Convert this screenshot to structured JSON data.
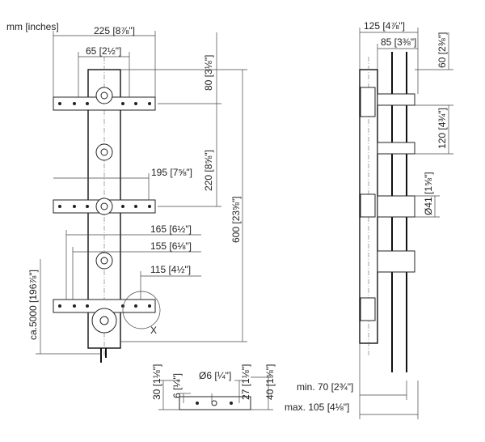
{
  "units_note": "mm [inches]",
  "front_view": {
    "dims": [
      {
        "id": "w225",
        "label": "225 [8⅞\"]"
      },
      {
        "id": "w65",
        "label": "65 [2½\"]"
      },
      {
        "id": "v80",
        "label": "80 [3⅛\"]"
      },
      {
        "id": "v220",
        "label": "220 [8⅝\"]"
      },
      {
        "id": "v600",
        "label": "600 [23⅝\"]"
      },
      {
        "id": "w195",
        "label": "195 [7⅝\"]"
      },
      {
        "id": "w165",
        "label": "165 [6½\"]"
      },
      {
        "id": "w155",
        "label": "155 [6⅛\"]"
      },
      {
        "id": "w115",
        "label": "115 [4½\"]"
      },
      {
        "id": "vca5000",
        "label": "ca.5000 [196⅞\"]"
      }
    ],
    "detail_label": "X"
  },
  "side_view": {
    "dims": [
      {
        "id": "w125",
        "label": "125 [4⅞\"]"
      },
      {
        "id": "w85",
        "label": "85 [3⅜\"]"
      },
      {
        "id": "v60",
        "label": "60 [2⅜\"]"
      },
      {
        "id": "v120",
        "label": "120 [4¾\"]"
      },
      {
        "id": "d41",
        "label": "Ø41 [1⅝\"]"
      },
      {
        "id": "min70",
        "label": "min. 70 [2¾\"]"
      },
      {
        "id": "max105",
        "label": "max. 105 [4⅛\"]"
      }
    ]
  },
  "detail_view": {
    "dims": [
      {
        "id": "d30",
        "label": "30 [1⅛\"]"
      },
      {
        "id": "d6v",
        "label": "6 [¼\"]"
      },
      {
        "id": "d6dia",
        "label": "Ø6 [¼\"]"
      },
      {
        "id": "d27",
        "label": "27 [1⅛\"]"
      },
      {
        "id": "d40",
        "label": "40 [1⅝\"]"
      }
    ]
  }
}
